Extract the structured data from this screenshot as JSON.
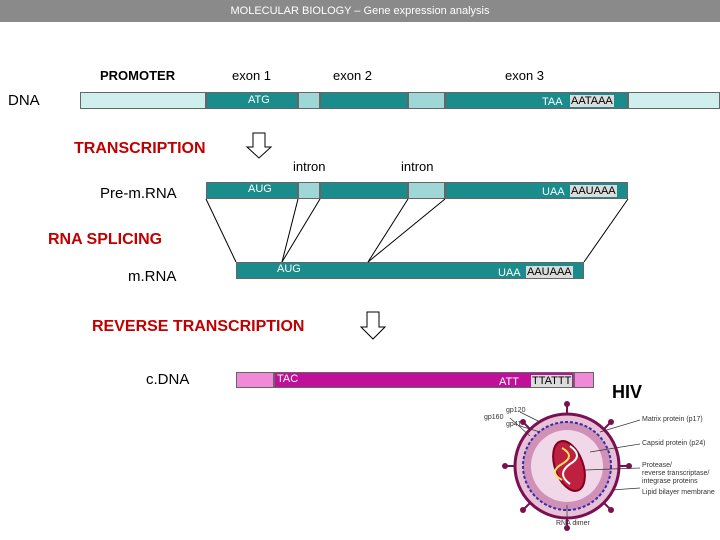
{
  "header": {
    "title": "MOLECULAR BIOLOGY – Gene expression analysis"
  },
  "labels": {
    "promoter": "PROMOTER",
    "exon1": "exon 1",
    "exon2": "exon 2",
    "exon3": "exon 3",
    "dna": "DNA",
    "intron1": "intron",
    "intron2": "intron",
    "premrna": "Pre-m.RNA",
    "mrna": "m.RNA",
    "cdna": "c.DNA",
    "hiv": "HIV"
  },
  "steps": {
    "transcription": "TRANSCRIPTION",
    "splicing": "RNA SPLICING",
    "reverse": "REVERSE TRANSCRIPTION"
  },
  "codons": {
    "dna_start": "ATG",
    "dna_stop": "TAA",
    "dna_polya": "AATAAA",
    "pre_start": "AUG",
    "pre_stop": "UAA",
    "pre_polya": "AAUAAA",
    "m_start": "AUG",
    "m_stop": "UAA",
    "m_polya": "AAUAAA",
    "c_start": "TAC",
    "c_stop": "ATT",
    "c_polya": "TTATTT"
  },
  "hiv_labels": {
    "gp120": "gp120",
    "gp41": "gp41",
    "gp160": "gp160",
    "matrix": "Matrix protein (p17)",
    "capsid": "Capsid protein (p24)",
    "protease": "Protease/",
    "rt": "reverse transcriptase/",
    "integrase": "integrase proteins",
    "lipid": "Lipid bilayer membrane",
    "rna": "RNA dimer"
  },
  "colors": {
    "exon": "#1a8c8c",
    "intron": "#9fd6d6",
    "promoter": "#cfeeee",
    "cdna_dark": "#c0109a",
    "cdna_light": "#f08ad8",
    "step": "#c00000",
    "header": "#8a8a8a"
  }
}
